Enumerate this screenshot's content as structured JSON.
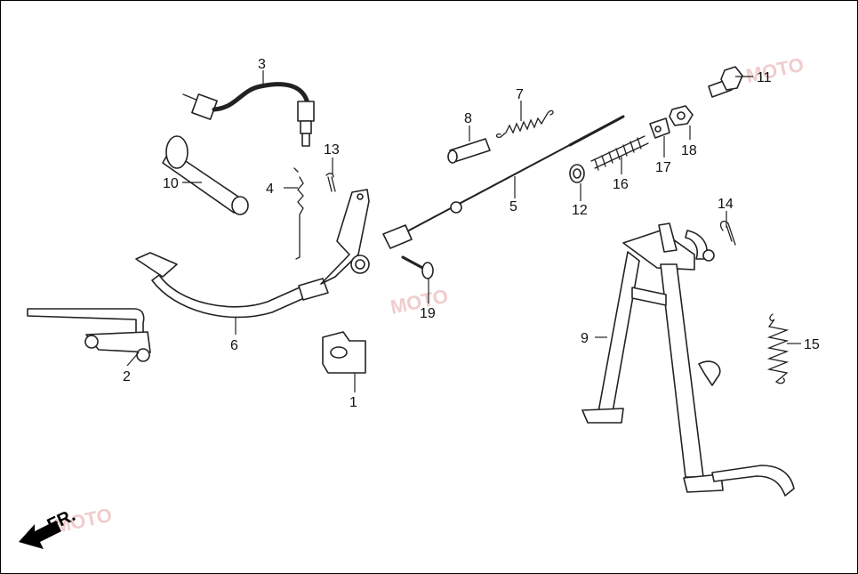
{
  "diagram": {
    "labels": [
      "1",
      "2",
      "3",
      "4",
      "5",
      "6",
      "7",
      "8",
      "9",
      "10",
      "11",
      "12",
      "13",
      "14",
      "15",
      "16",
      "17",
      "18",
      "19"
    ],
    "direction_label": "FR."
  },
  "watermark": {
    "text": "MOTO",
    "color": "#e6a3a3"
  },
  "colors": {
    "line": "#222222",
    "background": "#ffffff"
  }
}
